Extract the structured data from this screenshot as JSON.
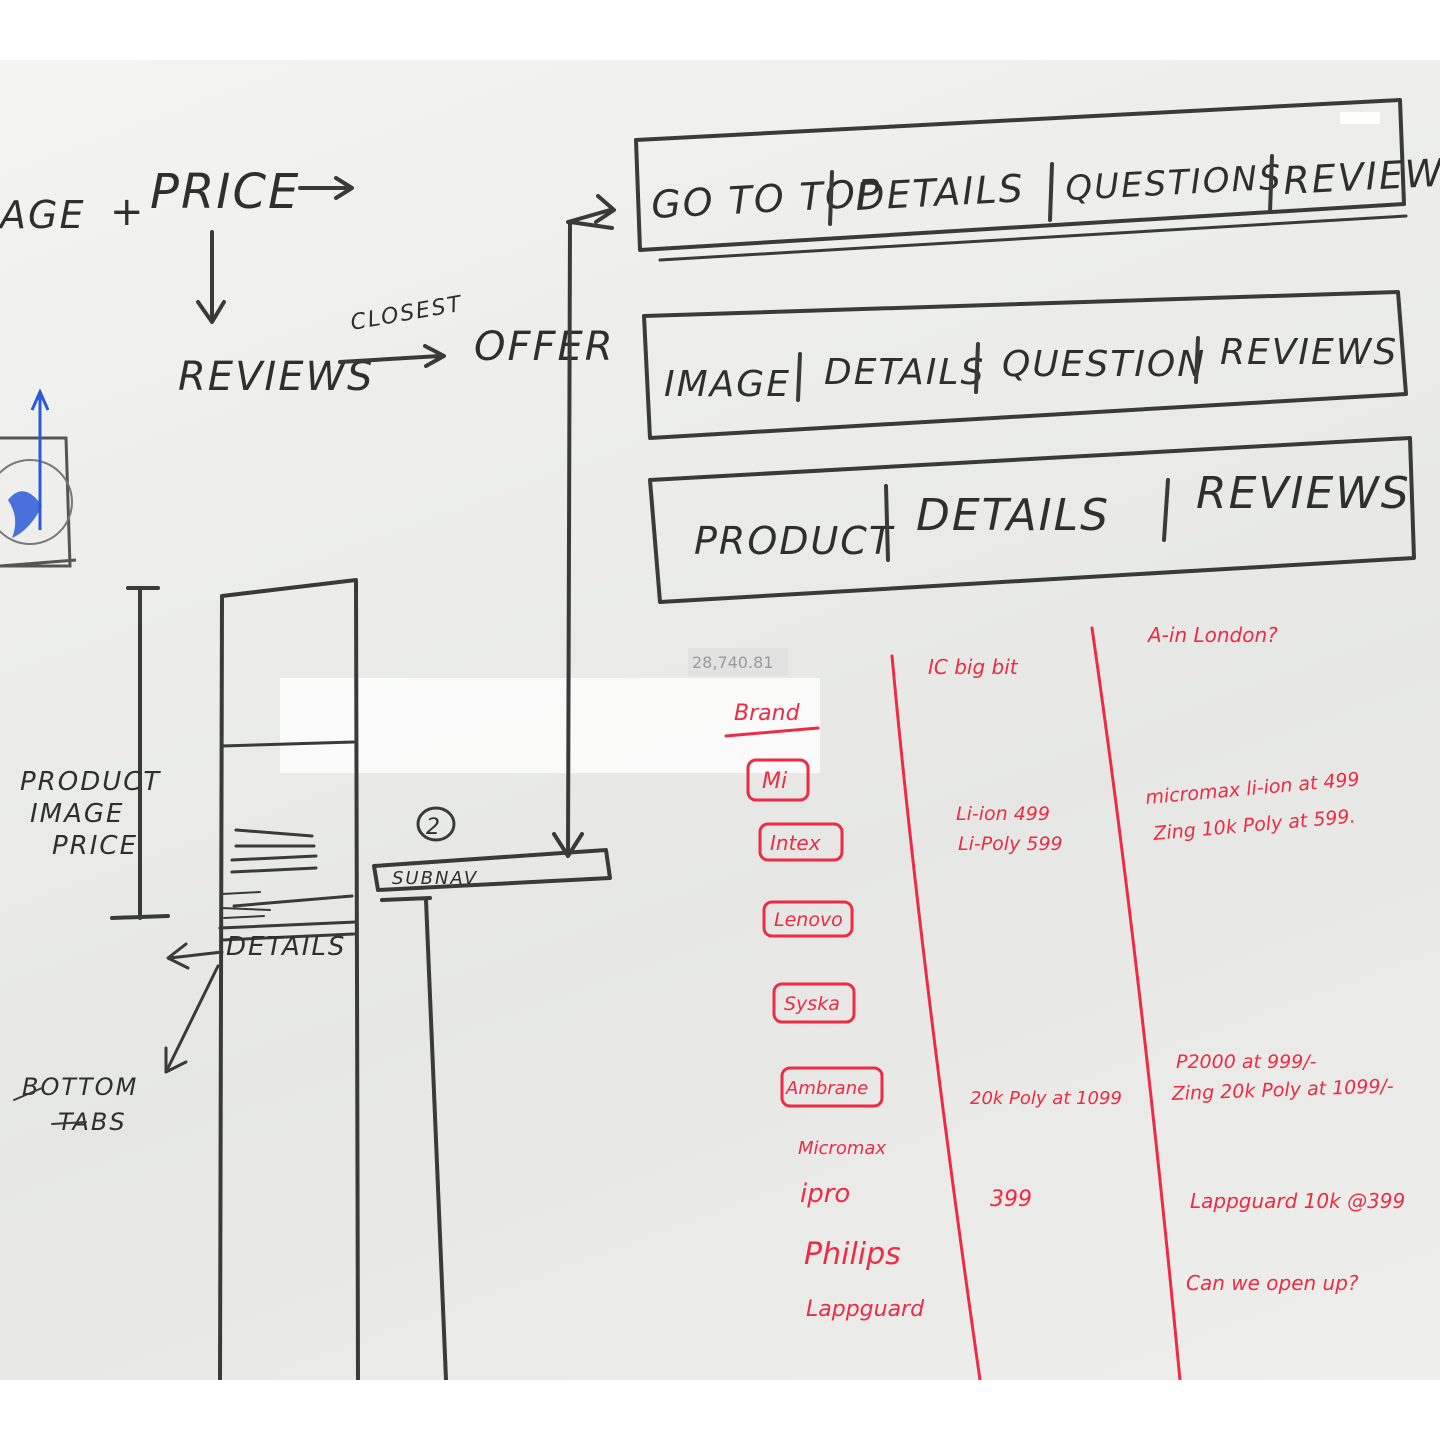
{
  "flow": {
    "line1_a": "AGE",
    "line1_plus": "+",
    "line1_b": "PRICE",
    "reviews": "REVIEWS",
    "closest": "CLOSEST",
    "offer": "OFFER"
  },
  "tab_bars": [
    {
      "labels": [
        "GO TO TOP",
        "DETAILS",
        "QUESTIONS",
        "REVIEW"
      ]
    },
    {
      "labels": [
        "IMAGE",
        "DETAILS",
        "QUESTION",
        "REVIEWS"
      ]
    },
    {
      "labels": [
        "PRODUCT",
        "DETAILS",
        "REVIEWS"
      ]
    }
  ],
  "wireframe": {
    "product_label_1": "PRODUCT",
    "product_label_2": "IMAGE",
    "product_label_3": "PRICE",
    "details": "DETAILS",
    "bottom_tabs_1": "BOTTOM",
    "bottom_tabs_2": "TABS",
    "step_number": "2",
    "subnav": "SUBNAV"
  },
  "monitor_reading": "28,740.81",
  "comparison": {
    "col_header_1": "IC big bit",
    "col_header_2": "A-in London?",
    "brand_header": "Brand",
    "rows": [
      {
        "brand": "Mi",
        "c1": "",
        "c2": "micromax li-ion at 499"
      },
      {
        "brand": "Intex",
        "c1": "Li-ion 499",
        "c1b": "Li-Poly 599",
        "c2": "Zing 10k Poly at 599."
      },
      {
        "brand": "Lenovo",
        "c1": "",
        "c2": ""
      },
      {
        "brand": "Syska",
        "c1": "",
        "c2": ""
      },
      {
        "brand": "Ambrane",
        "c1": "20k Poly at 1099",
        "c2": "P2000 at 999/-",
        "c2b": "Zing 20k Poly at 1099/-"
      },
      {
        "brand": "Micromax",
        "c1": "",
        "c2": ""
      },
      {
        "brand": "ipro",
        "c1": "399",
        "c2": "Lappguard 10k @399"
      },
      {
        "brand": "Philips",
        "c1": "",
        "c2": "Can we open up?"
      },
      {
        "brand": "Lappguard",
        "c1": "",
        "c2": ""
      }
    ]
  },
  "colors": {
    "marker_black": "#2f2f2f",
    "marker_red": "#ee2b44",
    "marker_blue": "#2a5bd7"
  }
}
